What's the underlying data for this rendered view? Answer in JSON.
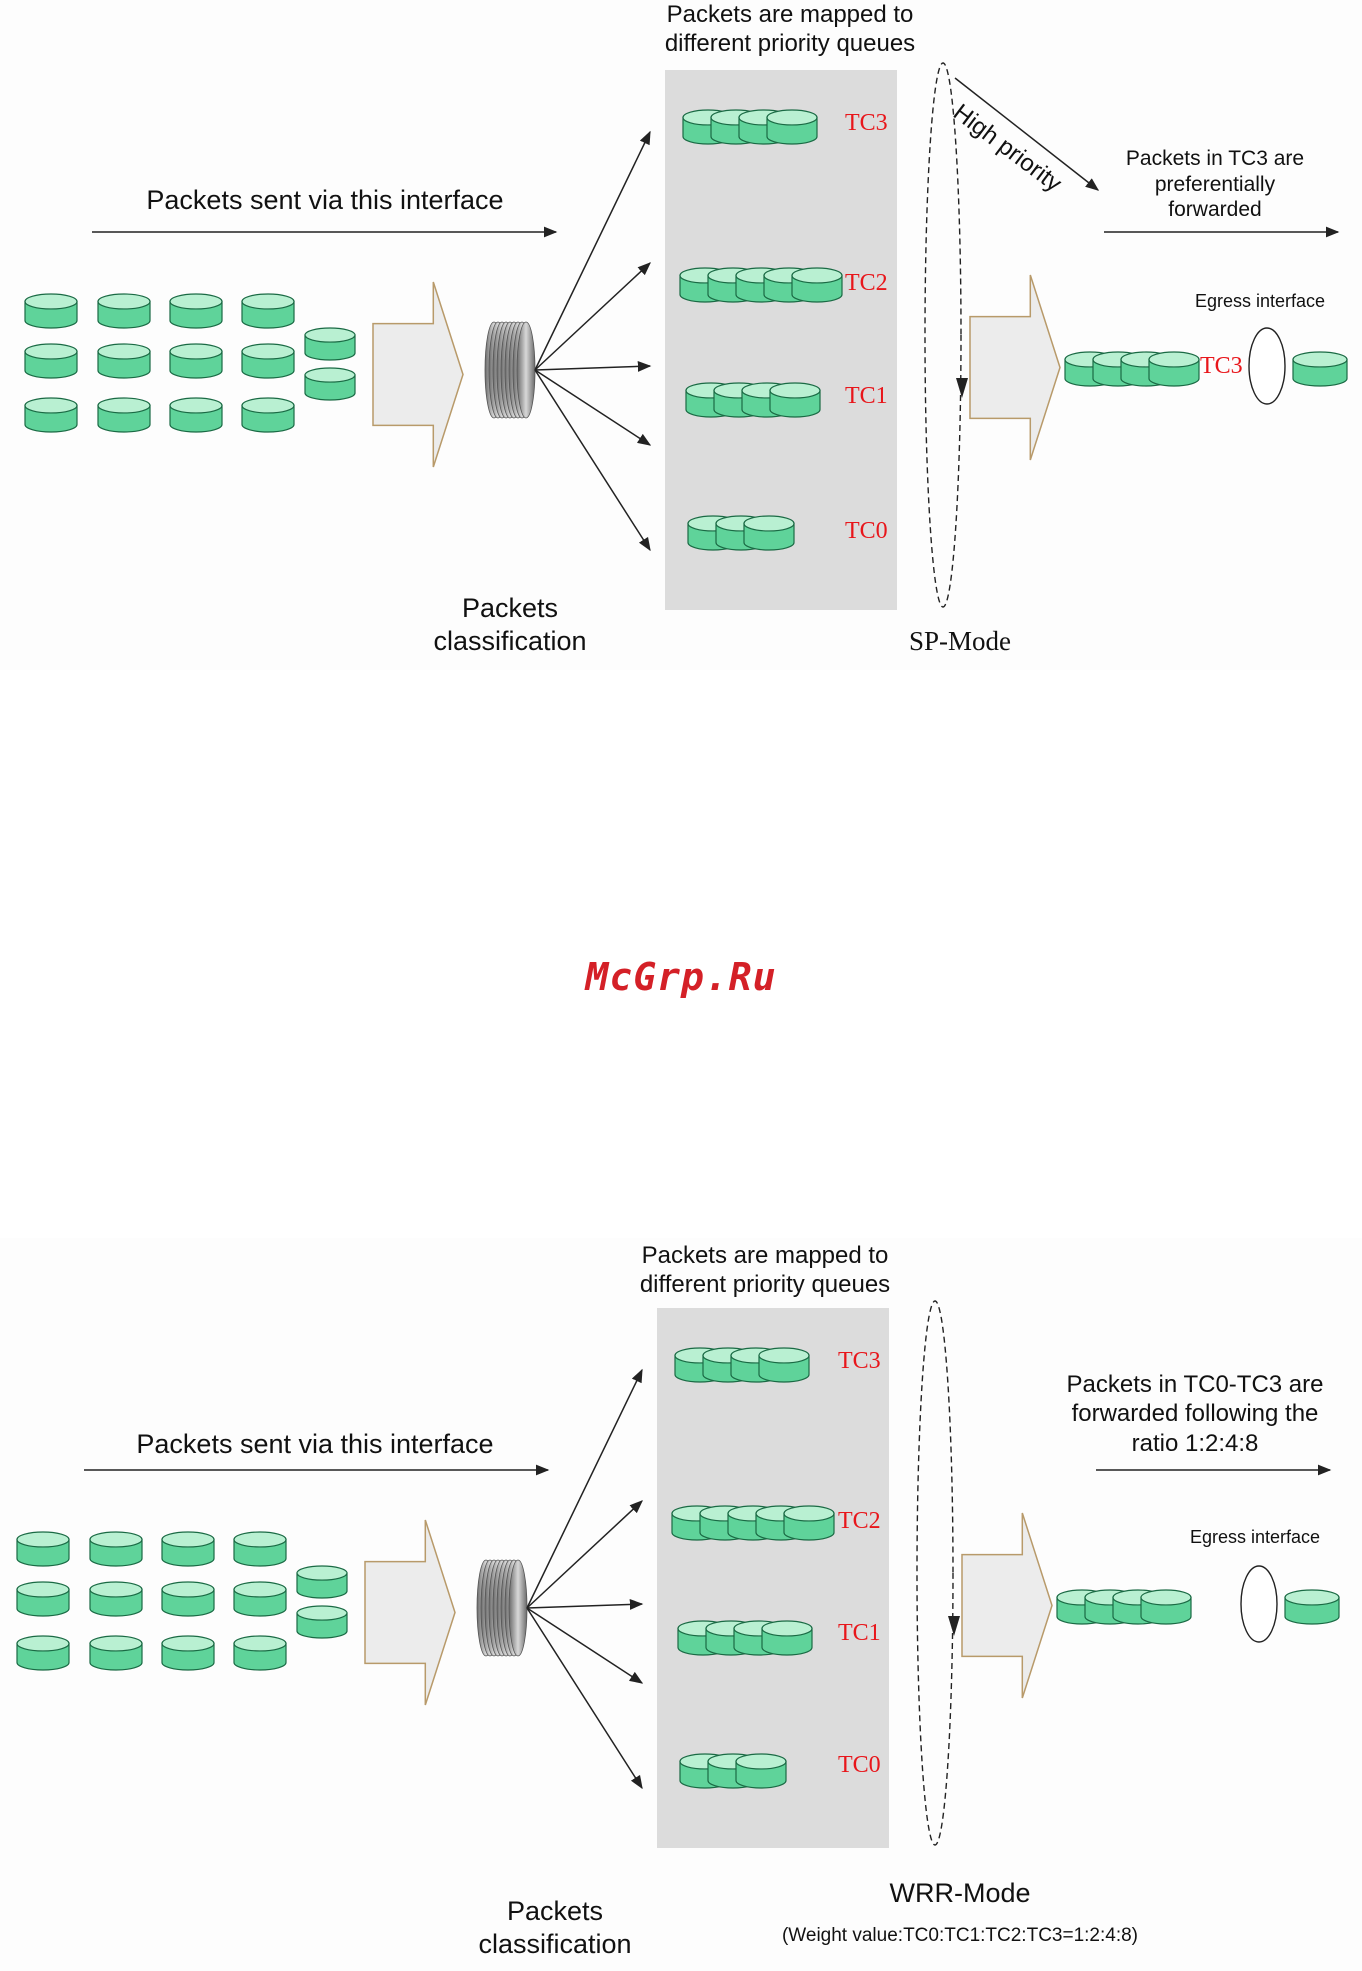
{
  "watermark": "McGrp.Ru",
  "colors": {
    "packet_fill": "#5fd39a",
    "packet_stroke": "#1a6a44",
    "tc_label": "#e8161b",
    "queue_bg": "#dcdcdc",
    "block_arrow": "#ececec",
    "block_arrow_stroke": "#b89a6a"
  },
  "diagrams": [
    {
      "mode_label": "SP-Mode",
      "packets_sent_label": "Packets sent via this interface",
      "classification_label_line1": "Packets",
      "classification_label_line2": "classification",
      "mapped_label_line1": "Packets are mapped to",
      "mapped_label_line2": "different priority queues",
      "high_priority_label": "High priority",
      "forward_note_line1": "Packets in TC3 are",
      "forward_note_line2": "preferentially",
      "forward_note_line3": "forwarded",
      "egress_label": "Egress interface",
      "egress_tc_label": "TC3",
      "queues": [
        {
          "label": "TC3",
          "packets": 4
        },
        {
          "label": "TC2",
          "packets": 5
        },
        {
          "label": "TC1",
          "packets": 4
        },
        {
          "label": "TC0",
          "packets": 3
        }
      ]
    },
    {
      "mode_label": "WRR-Mode",
      "weight_note": "(Weight value:TC0:TC1:TC2:TC3=1:2:4:8)",
      "packets_sent_label": "Packets sent via this interface",
      "classification_label_line1": "Packets",
      "classification_label_line2": "classification",
      "mapped_label_line1": "Packets are mapped to",
      "mapped_label_line2": "different priority queues",
      "forward_note_line1": "Packets in TC0-TC3 are",
      "forward_note_line2": "forwarded following the",
      "forward_note_line3": "ratio 1:2:4:8",
      "egress_label": "Egress interface",
      "queues": [
        {
          "label": "TC3",
          "packets": 4
        },
        {
          "label": "TC2",
          "packets": 5
        },
        {
          "label": "TC1",
          "packets": 4
        },
        {
          "label": "TC0",
          "packets": 3
        }
      ]
    }
  ]
}
